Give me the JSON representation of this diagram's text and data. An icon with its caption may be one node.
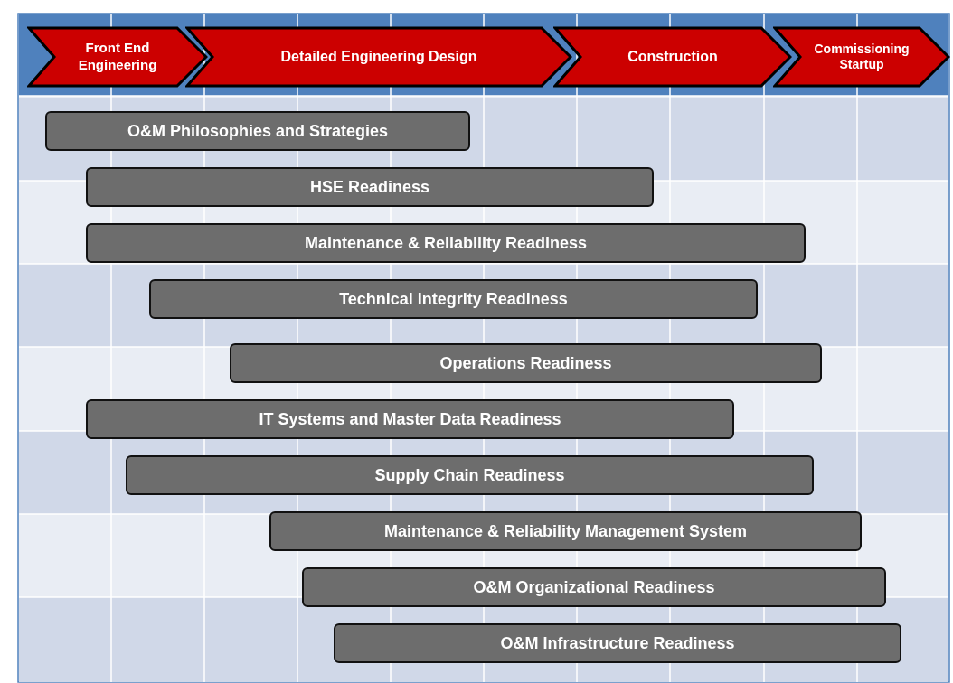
{
  "diagram": {
    "nodes": [
      {
        "text": [
          "Front End Engineering"
        ]
      },
      {
        "text": [
          "Detailed Engineering Design"
        ]
      },
      {
        "text": [
          "Construction"
        ]
      },
      {
        "text": [
          "Commissioning Startup"
        ]
      },
      {
        "text": [
          "O&M Philosophies and Strategies"
        ]
      },
      {
        "text": [
          "HSE Readiness"
        ]
      },
      {
        "text": [
          "Maintenance & Reliability Readiness"
        ]
      },
      {
        "text": [
          "Technical Integrity Readiness"
        ]
      },
      {
        "text": [
          "Operations Readiness"
        ]
      },
      {
        "text": [
          "IT Systems and Master Data Readiness"
        ]
      },
      {
        "text": [
          "Supply Chain Readiness"
        ]
      },
      {
        "text": [
          "Maintenance & Reliability Management System"
        ]
      },
      {
        "text": [
          "O&M Organizational Readiness"
        ]
      },
      {
        "text": [
          "O&M Infrastructure Readiness"
        ]
      }
    ],
    "edges": []
  }
}
